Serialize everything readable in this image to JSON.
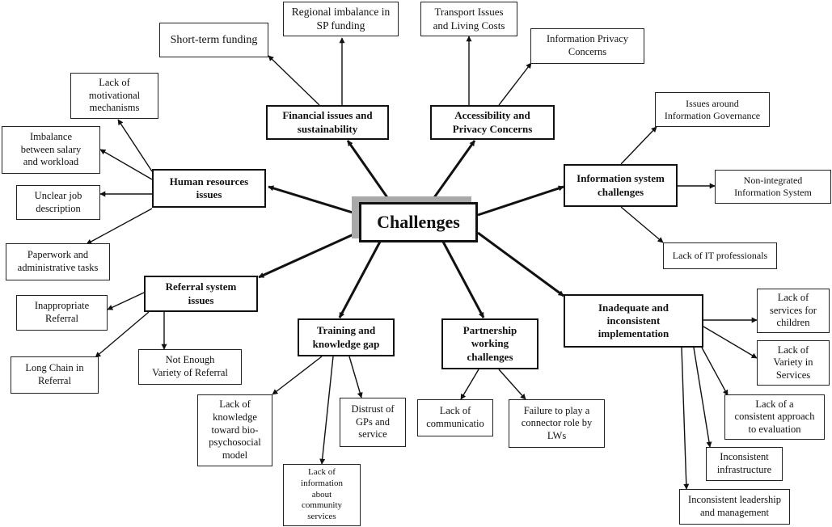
{
  "center": "Challenges",
  "categories": {
    "financial": "Financial issues and\nsustainability",
    "access": "Accessibility and\nPrivacy Concerns",
    "human": "Human resources\nissues",
    "infosys": "Information system\nchallenges",
    "referral": "Referral system\nissues",
    "training": "Training and\nknowledge gap",
    "partnership": "Partnership\nworking\nchallenges",
    "implementation": "Inadequate and\ninconsistent\nimplementation"
  },
  "items": {
    "short_term": "Short-term funding",
    "regional": "Regional imbalance in\nSP funding",
    "transport": "Transport Issues\nand Living Costs",
    "privacy": "Information Privacy\nConcerns",
    "motivational": "Lack of\nmotivational\nmechanisms",
    "imbalance": "Imbalance\nbetween salary\nand workload",
    "unclear": "Unclear job\ndescription",
    "paperwork": "Paperwork and\nadministrative tasks",
    "governance": "Issues around\nInformation Governance",
    "nonintegrated": "Non-integrated\nInformation System",
    "it_prof": "Lack of IT professionals",
    "inappropriate": "Inappropriate\nReferral",
    "long_chain": "Long Chain in\nReferral",
    "not_enough": "Not Enough\nVariety of Referral",
    "biopsycho": "Lack of\nknowledge\ntoward bio-\npsychosocial\nmodel",
    "community": "Lack of\ninformation\nabout\ncommunity\nservices",
    "distrust": "Distrust of\nGPs and\nservice",
    "communication": "Lack of\ncommunicatio",
    "connector": "Failure to play a\nconnector role by\nLWs",
    "children": "Lack of\nservices for\nchildren",
    "variety": "Lack of\nVariety in\nServices",
    "evaluation": "Lack of a\nconsistent approach\nto evaluation",
    "infrastructure": "Inconsistent\ninfrastructure",
    "leadership": "Inconsistent leadership\nand management"
  }
}
